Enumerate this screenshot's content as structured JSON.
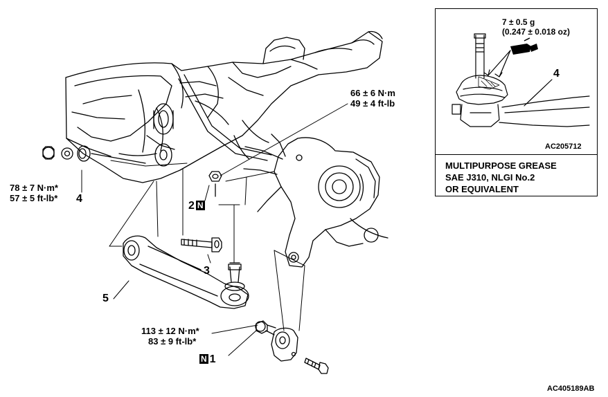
{
  "torques": {
    "t_top_nm": "66 ± 6 N·m",
    "t_top_ft": "49 ± 4 ft-lb",
    "t_left_nm": "78 ± 7 N·m*",
    "t_left_ft": "57 ± 5 ft-lb*",
    "t_bottom_nm": "113 ± 12 N·m*",
    "t_bottom_ft": "83 ± 9 ft-lb*"
  },
  "callouts": {
    "c1": "1",
    "c2": "2",
    "c3": "3",
    "c4": "4",
    "c5": "5",
    "new_part_badge": "N"
  },
  "inset": {
    "amount_g": "7 ± 0.5 g",
    "amount_oz": "(0.247 ± 0.018 oz)",
    "callout": "4",
    "figure_code": "AC205712",
    "grease_line1": "MULTIPURPOSE GREASE",
    "grease_line2": "SAE J310, NLGI No.2",
    "grease_line3": "OR EQUIVALENT"
  },
  "figure_code": "AC405189AB"
}
